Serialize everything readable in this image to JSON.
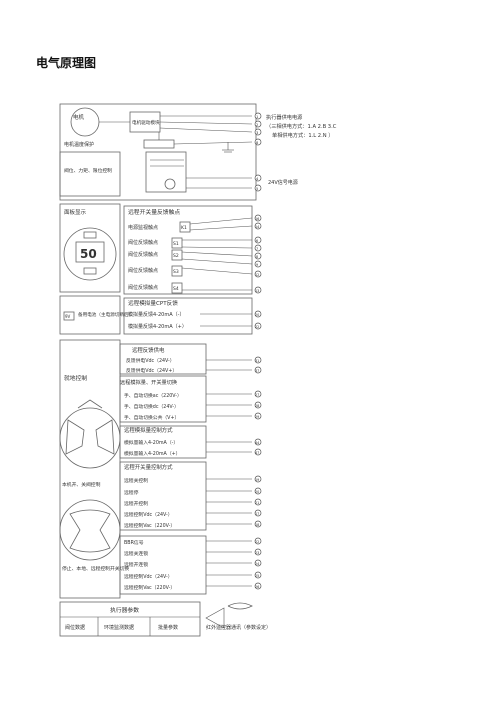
{
  "page": {
    "heading": "电气原理图"
  },
  "top": {
    "motor": "电机",
    "motor_driver": "电机驱动模块",
    "motor_protect": "电机温度保护",
    "power_title": "执行器供电电源",
    "power_3phase": "（三相供电方式：1.A 2.B 3.C",
    "power_1phase": "单相供电方式：1.L 2.N ）",
    "valve_pos": "阀位、力矩、限位控制",
    "output_24v": "24V信号电源"
  },
  "panel": {
    "title": "面板显示",
    "display": "50"
  },
  "relay": {
    "title": "远程开关量反馈触点",
    "rows": [
      "电源监视触点",
      "阀位反馈触点",
      "阀位反馈触点",
      "阀位反馈触点",
      "阀位反馈触点"
    ],
    "contacts": [
      "K1",
      "S1",
      "S2",
      "S3",
      "S4"
    ]
  },
  "battery": {
    "title": "备用电池（主电源切断后）",
    "label": "9V"
  },
  "analog_fb": {
    "title": "远程模拟量CPT反馈",
    "rows": [
      "模拟量反馈4-20mA（-）",
      "模拟量反馈4-20mA（+）"
    ]
  },
  "local": {
    "title": "就地控制",
    "knob1": "本机开、关阀控制",
    "knob2": "停止、本地、远程控制开关切换"
  },
  "remote_power": {
    "title": "远程反馈供电",
    "rows": [
      "反馈供电Vdc（24V-）",
      "反馈供电Vdc（24V+）"
    ]
  },
  "analog_switch": {
    "title": "远程模拟量、开关量切换",
    "rows": [
      "手、自动切换ac（220V-）",
      "手、自动切换dc（24V-）",
      "手、自动切换公共（V+）"
    ]
  },
  "analog_ctrl": {
    "title": "远程模拟量控制方式",
    "rows": [
      "模拟量输入4-20mA（-）",
      "模拟量输入4-20mA（+）"
    ]
  },
  "switch_ctrl": {
    "title": "远程开关量控制方式",
    "rows": [
      "远程关控制",
      "远程停",
      "远程开控制",
      "远程控制Vdc（24V-）",
      "远程控制Vac（220V-）"
    ]
  },
  "bus": {
    "rows": [
      "BBR信号",
      "远程关连锁",
      "远程开连锁",
      "远程控制Vdc（24V-）",
      "远程控制Vac（220V-）"
    ]
  },
  "params": {
    "title": "执行器参数",
    "cols": [
      "阀位数据",
      "环境监测数据",
      "批量参数"
    ],
    "note": "红外遥控器通讯（参数设定）"
  },
  "terminals": {
    "top": [
      "1",
      "2",
      "3",
      "8",
      "4",
      "5"
    ],
    "relay": [
      "16",
      "14",
      "6",
      "7",
      "8",
      "9",
      "12",
      "13"
    ],
    "analog_fb": [
      "20",
      "22"
    ],
    "remote_power": [
      "31",
      "37"
    ],
    "analog_switch": [
      "27",
      "28",
      "29"
    ],
    "analog_ctrl": [
      "44",
      "47"
    ],
    "switch_ctrl": [
      "19",
      "20",
      "21",
      "17",
      "18"
    ],
    "bus": [
      "22",
      "23",
      "24",
      "25",
      "26"
    ]
  }
}
